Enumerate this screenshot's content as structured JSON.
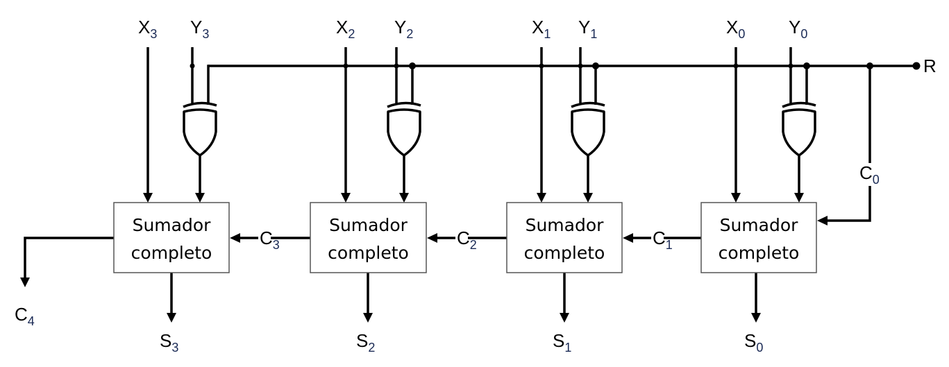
{
  "diagram": {
    "title": "4-bit adder/subtractor (Sumador/Restador)",
    "control_input": {
      "label": "R"
    },
    "carry_in": {
      "base": "C",
      "sub": "0"
    },
    "carry_out": {
      "base": "C",
      "sub": "4"
    },
    "block_label_line1": "Sumador",
    "block_label_line2": "completo",
    "stages": [
      {
        "bit": 3,
        "x": {
          "base": "X",
          "sub": "3"
        },
        "y": {
          "base": "Y",
          "sub": "3"
        },
        "s": {
          "base": "S",
          "sub": "3"
        },
        "carry_in": {
          "base": "C",
          "sub": "3"
        }
      },
      {
        "bit": 2,
        "x": {
          "base": "X",
          "sub": "2"
        },
        "y": {
          "base": "Y",
          "sub": "2"
        },
        "s": {
          "base": "S",
          "sub": "2"
        },
        "carry_in": {
          "base": "C",
          "sub": "2"
        }
      },
      {
        "bit": 1,
        "x": {
          "base": "X",
          "sub": "1"
        },
        "y": {
          "base": "Y",
          "sub": "1"
        },
        "s": {
          "base": "S",
          "sub": "1"
        },
        "carry_in": {
          "base": "C",
          "sub": "1"
        }
      },
      {
        "bit": 0,
        "x": {
          "base": "X",
          "sub": "0"
        },
        "y": {
          "base": "Y",
          "sub": "0"
        },
        "s": {
          "base": "S",
          "sub": "0"
        },
        "carry_in": {
          "base": "C",
          "sub": "0"
        }
      }
    ],
    "gate_type": "XOR",
    "colors": {
      "wire": "#000000",
      "box_border": "#555555",
      "subscript": "#1a2a55"
    }
  }
}
